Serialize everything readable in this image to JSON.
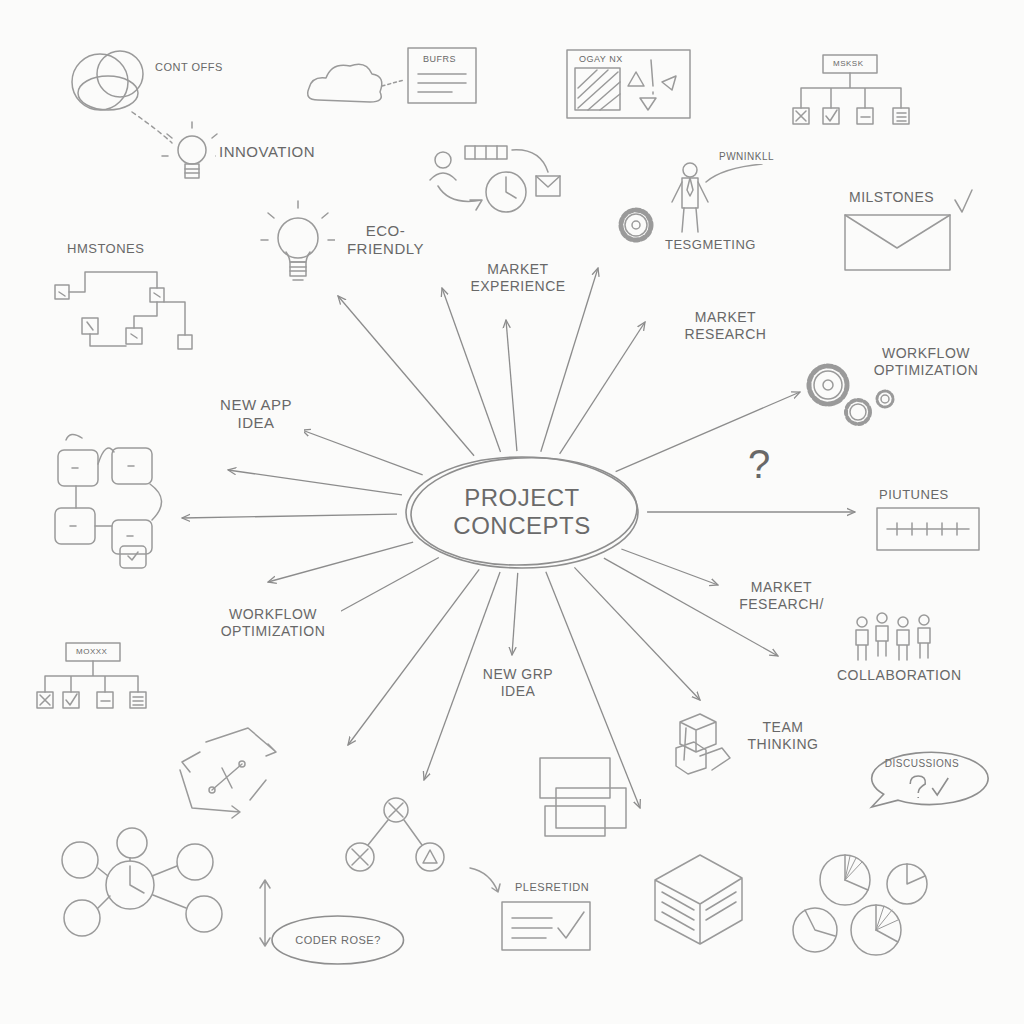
{
  "diagram": {
    "nodes": [
      {
        "text": [
          "PROJECT CONCEPTS"
        ]
      },
      {
        "text": [
          "DISCUSSIONS"
        ]
      },
      {
        "text": [
          "CODER ROSE?"
        ]
      }
    ],
    "labels": [
      "CONT OFFS",
      "INNOVATION",
      "ECO- FRIENDLY",
      "MARKET EXPERIENCE",
      "PWNINKLL",
      "TESGMETING",
      "MILSTONES",
      "HMSTONES",
      "MARKET RESEARCH",
      "WORKFLOW OPTIMIZATION",
      "NEW APP IDEA",
      "?",
      "PIUTUNES",
      "WORKFLOW OPTIMIZATION",
      "NEW GRP IDEA",
      "MARKET FESEARCH/",
      "COLLABORATION",
      "TEAM THINKING",
      "PLESRETIDN",
      "BUFRS",
      "OGAY NX",
      "MSKSK",
      "MOXXX"
    ]
  }
}
